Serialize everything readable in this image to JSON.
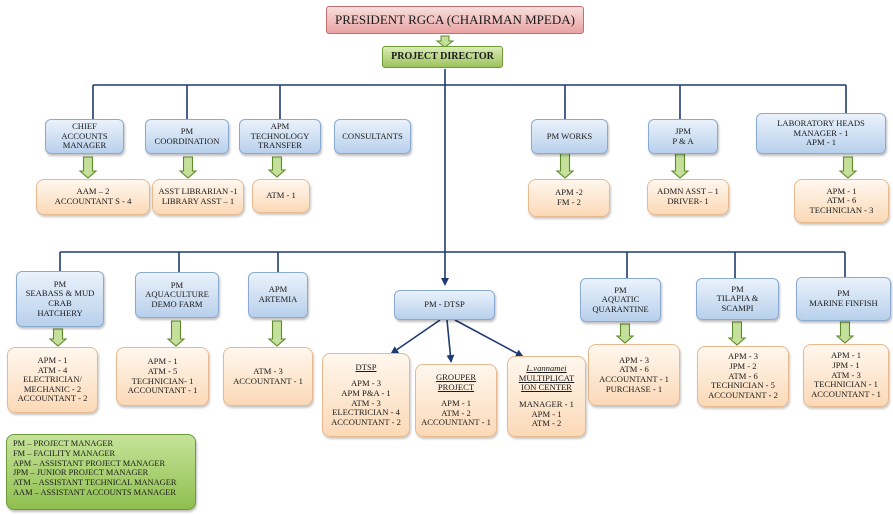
{
  "top": {
    "label": "PRESIDENT RGCA (CHAIRMAN MPEDA)"
  },
  "director": {
    "label": "PROJECT DIRECTOR"
  },
  "row1": [
    {
      "title": [
        "CHIEF",
        "ACCOUNTS",
        "MANAGER"
      ],
      "staff": [
        "AAM – 2",
        "ACCOUNTANT S - 4"
      ]
    },
    {
      "title": [
        "PM",
        "COORDINATION"
      ],
      "staff": [
        "ASST LIBRARIAN -1",
        "LIBRARY ASST – 1"
      ]
    },
    {
      "title": [
        "APM",
        "TECHNOLOGY",
        "TRANSFER"
      ],
      "staff": [
        "ATM - 1"
      ]
    },
    {
      "title": [
        "CONSULTANTS"
      ],
      "staff": []
    },
    {
      "title": [
        "PM  WORKS"
      ],
      "staff": [
        "APM -2",
        "FM - 2"
      ]
    },
    {
      "title": [
        "JPM",
        "P & A"
      ],
      "staff": [
        "ADMN  ASST – 1",
        "DRIVER- 1"
      ]
    },
    {
      "title": [
        "LABORATORY  HEADS",
        "MANAGER - 1",
        "APM - 1"
      ],
      "staff": [
        "APM - 1",
        "ATM - 6",
        "TECHNICIAN - 3"
      ]
    }
  ],
  "row2": [
    {
      "title": [
        "PM",
        "SEABASS & MUD",
        "CRAB",
        "HATCHERY"
      ],
      "staff": [
        "APM - 1",
        "ATM - 4",
        "ELECTRICIAN/",
        "MECHANIC - 2",
        "ACCOUNTANT - 2"
      ]
    },
    {
      "title": [
        "PM",
        "AQUACULTURE",
        "DEMO FARM"
      ],
      "staff": [
        "APM - 1",
        "ATM - 5",
        "TECHNICIAN- 1",
        "ACCOUNTANT - 1"
      ]
    },
    {
      "title": [
        "APM",
        "ARTEMIA"
      ],
      "staff": [
        "ATM - 3",
        "ACCOUNTANT - 1"
      ]
    },
    {
      "title": [
        "PM  - DTSP"
      ],
      "staff": []
    },
    {
      "title": [
        "PM",
        "AQUATIC",
        "QUARANTINE"
      ],
      "staff": [
        "APM - 3",
        "ATM - 6",
        "ACCOUNTANT - 1",
        "PURCHASE - 1"
      ]
    },
    {
      "title": [
        "PM",
        "TILAPIA &",
        "SCAMPI"
      ],
      "staff": [
        "APM - 3",
        "JPM - 2",
        "ATM - 6",
        "TECHNICIAN - 5",
        "ACCOUNTANT - 2"
      ]
    },
    {
      "title": [
        "PM",
        "MARINE  FINFISH"
      ],
      "staff": [
        "APM - 1",
        "JPM - 1",
        "ATM - 3",
        "TECHNICIAN - 1",
        "ACCOUNTANT - 1"
      ]
    }
  ],
  "dtsp_units": [
    {
      "title": [
        "DTSP"
      ],
      "staff": [
        "APM - 3",
        "APM P&A - 1",
        "ATM - 3",
        "ELECTRICIAN - 4",
        "ACCOUNTANT - 2"
      ]
    },
    {
      "title": [
        "GROUPER",
        "PROJECT"
      ],
      "staff": [
        "APM - 1",
        "ATM - 2",
        "ACCOUNTANT - 1"
      ]
    },
    {
      "title": [
        "L.vannamei",
        "MULTIPLICAT",
        "ION CENTER"
      ],
      "staff": [
        "MANAGER - 1",
        "APM - 1",
        "ATM - 2"
      ]
    }
  ],
  "legend": [
    "PM – PROJECT MANAGER",
    "FM – FACILITY MANAGER",
    "APM – ASSISTANT PROJECT MANAGER",
    "JPM – JUNIOR PROJECT MANAGER",
    "ATM – ASSISTANT TECHNICAL MANAGER",
    "AAM – ASSISTANT ACCOUNTS MANAGER"
  ],
  "colors": {
    "line": "#1f3b73",
    "arrow_fill": "#c5e09a",
    "arrow_stroke": "#5e8a2c"
  }
}
